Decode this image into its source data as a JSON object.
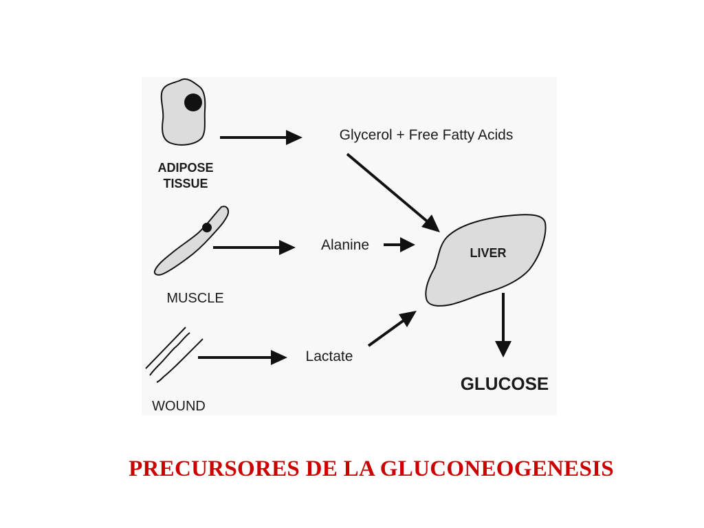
{
  "diagram": {
    "sources": [
      {
        "id": "adipose",
        "label_line1": "ADIPOSE",
        "label_line2": "TISSUE",
        "product": "Glycerol + Free Fatty Acids"
      },
      {
        "id": "muscle",
        "label": "MUSCLE",
        "product": "Alanine"
      },
      {
        "id": "wound",
        "label": "WOUND",
        "product": "Lactate"
      }
    ],
    "organ": {
      "label": "LIVER"
    },
    "output": {
      "label": "GLUCOSE"
    }
  },
  "slide": {
    "title": "PRECURSORES DE LA GLUCONEOGENESIS",
    "title_color": "#cc0000"
  }
}
